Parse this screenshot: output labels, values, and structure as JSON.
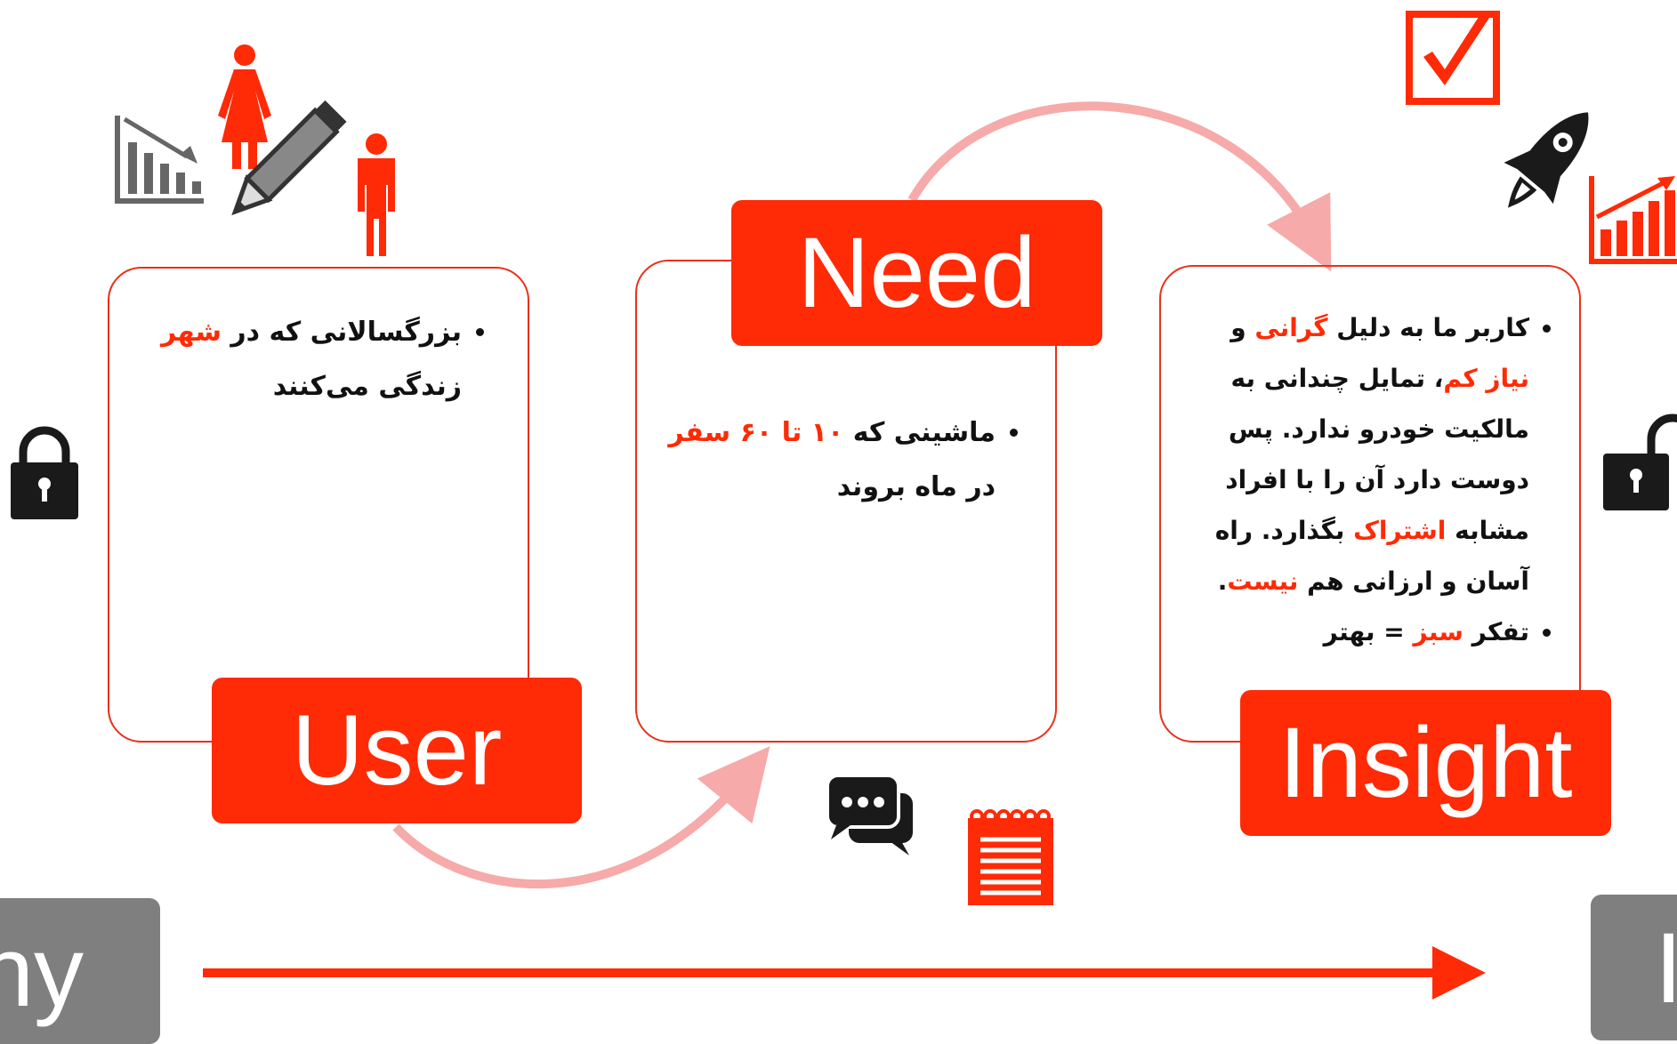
{
  "labels": {
    "user": "User",
    "need": "Need",
    "insight": "Insight",
    "left_tab": "hy",
    "right_tab": "I"
  },
  "user_card": {
    "bullet_parts": [
      "بزرگسالانی که در ",
      "شهر",
      " زندگی می‌کنند"
    ]
  },
  "need_card": {
    "bullet_parts": [
      "ماشینی که ",
      "۱۰ تا ۶۰ سفر",
      " در ماه بروند"
    ]
  },
  "insight_card": {
    "bullet1_parts": [
      "کاربر ما به دلیل ",
      "گرانی",
      " و ",
      "نیاز کم",
      "، تمایل چندانی به مالکیت خودرو ندارد. پس دوست دارد آن را با افراد مشابه ",
      "اشتراک",
      " بگذارد. راه آسان و ارزانی هم ",
      "نیست",
      "."
    ],
    "bullet2_parts": [
      "تفکر ",
      "سبز",
      " = بهتر"
    ]
  },
  "icons": [
    "declining-chart-icon",
    "woman-icon",
    "pencil-icon",
    "man-icon",
    "padlock-closed-icon",
    "chat-bubbles-icon",
    "notepad-icon",
    "checkbox-icon",
    "rocket-icon",
    "growth-chart-icon",
    "padlock-open-icon"
  ],
  "colors": {
    "accent": "#ff2a06",
    "card_border": "#e8321a",
    "arc": "#f6aaaa",
    "dark_icon": "#222222",
    "gray_tab": "#7f7f7f"
  }
}
